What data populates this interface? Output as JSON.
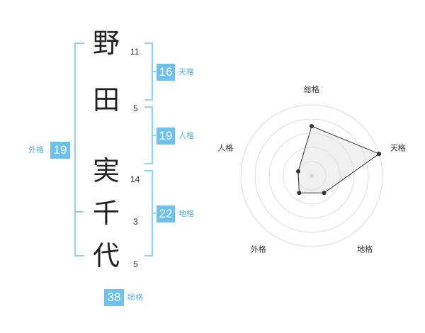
{
  "name": {
    "characters": [
      {
        "char": "野",
        "strokes": "11"
      },
      {
        "char": "田",
        "strokes": "5"
      },
      {
        "char": "実",
        "strokes": "14"
      },
      {
        "char": "千",
        "strokes": "3"
      },
      {
        "char": "代",
        "strokes": "5"
      }
    ]
  },
  "fortunes": {
    "ten": {
      "value": "16",
      "label": "天格"
    },
    "jin": {
      "value": "19",
      "label": "人格"
    },
    "chi": {
      "value": "22",
      "label": "地格"
    },
    "gai": {
      "value": "19",
      "label": "外格"
    },
    "sou": {
      "value": "38",
      "label": "総格"
    }
  },
  "colors": {
    "accent": "#6cc1ef",
    "bracket": "#8fd1f4",
    "grid": "#dddddd",
    "fill": "#f0f0f0"
  },
  "chart_data": {
    "type": "radar",
    "axes": [
      "総格",
      "天格",
      "地格",
      "外格",
      "人格"
    ],
    "scores": [
      3.5,
      5,
      1.5,
      1.5,
      1
    ],
    "rmax": 5,
    "rings": 5
  }
}
